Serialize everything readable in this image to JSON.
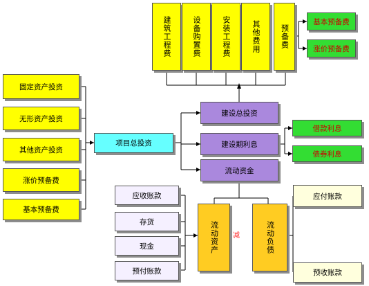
{
  "top_items": [
    "建筑工程费",
    "设备购置费",
    "安装工程费",
    "其他费用",
    "预备费"
  ],
  "reserve_items": [
    "基本预备费",
    "涨价预备费"
  ],
  "left_items": [
    "固定资产投资",
    "无形资产投资",
    "其他资产投资",
    "涨价预备费",
    "基本预备费"
  ],
  "center_label": "项目总投资",
  "mid_items": [
    "建设总投资",
    "建设期利息",
    "流动资金"
  ],
  "interest_items": [
    "借款利息",
    "债券利息"
  ],
  "receivables": [
    "应收账款",
    "存货",
    "现金",
    "预付账款"
  ],
  "current_assets": "流动资产",
  "minus_label": "减",
  "current_liabilities": "流动负债",
  "payables": [
    "应付账款",
    "预收账款"
  ]
}
